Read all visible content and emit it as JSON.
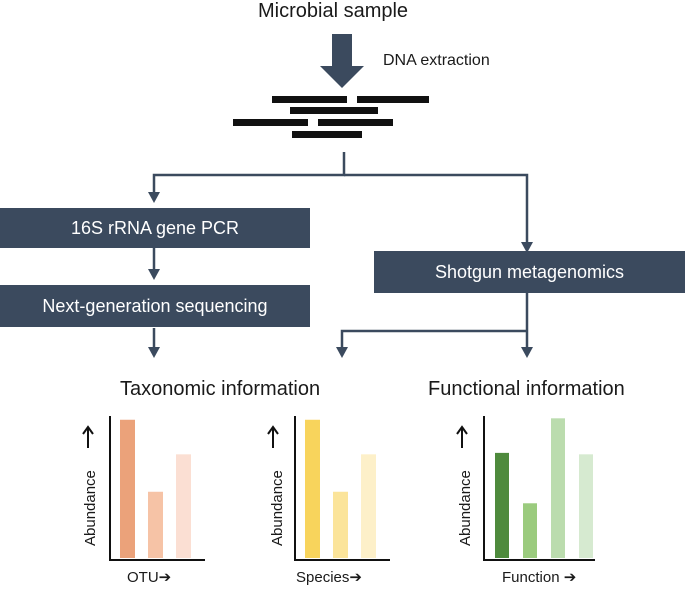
{
  "header": {
    "title": "Microbial sample",
    "step_label": "DNA extraction"
  },
  "boxes": {
    "pcr": "16S rRNA gene PCR",
    "ngs": "Next-generation sequencing",
    "shotgun": "Shotgun metagenomics"
  },
  "sections": {
    "taxonomic": "Taxonomic information",
    "functional": "Functional information"
  },
  "colors": {
    "box_fill": "#3b4a5e",
    "connector": "#3b4a5e",
    "dna_fragment": "#111111",
    "axis": "#111111"
  },
  "chart_data": [
    {
      "type": "bar",
      "xlabel": "OTU",
      "ylabel": "Abundance",
      "ylim": [
        0,
        1
      ],
      "values": [
        0.96,
        0.46,
        0.72
      ],
      "colors": [
        "#eba27a",
        "#f6c3a6",
        "#fbdfd3"
      ]
    },
    {
      "type": "bar",
      "xlabel": "Species",
      "ylabel": "Abundance",
      "ylim": [
        0,
        1
      ],
      "values": [
        0.96,
        0.46,
        0.72
      ],
      "colors": [
        "#f8d45c",
        "#fbe49a",
        "#fdf0c9"
      ]
    },
    {
      "type": "bar",
      "xlabel": "Function",
      "ylabel": "Abundance",
      "ylim": [
        0,
        1
      ],
      "values": [
        0.73,
        0.38,
        0.97,
        0.72
      ],
      "colors": [
        "#4e8a3c",
        "#9bcb7e",
        "#bbdcae",
        "#d6ead0"
      ]
    }
  ]
}
